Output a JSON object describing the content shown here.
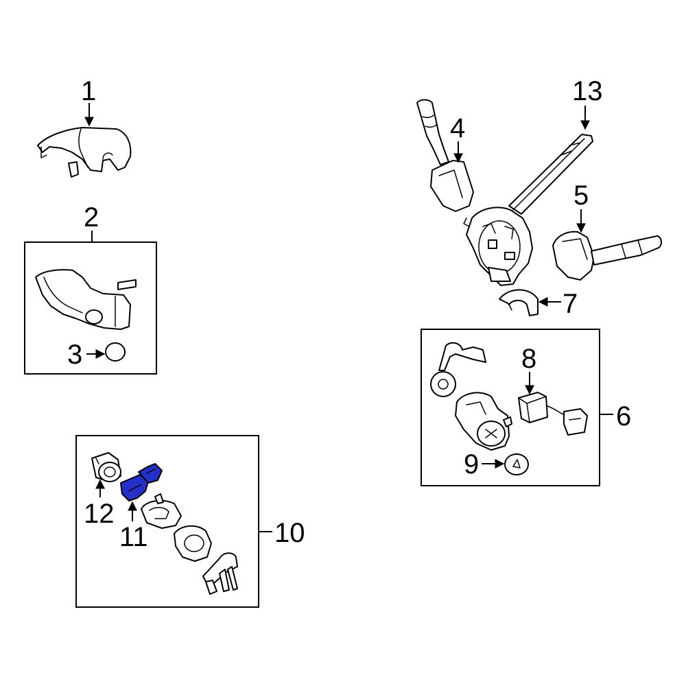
{
  "colors": {
    "highlight": "#2530c9",
    "line": "#000000",
    "background": "#ffffff"
  },
  "callouts": {
    "c1": "1",
    "c2": "2",
    "c3": "3",
    "c4": "4",
    "c5": "5",
    "c6": "6",
    "c7": "7",
    "c8": "8",
    "c9": "9",
    "c10": "10",
    "c11": "11",
    "c12": "12",
    "c13": "13"
  },
  "highlighted_part": "11"
}
